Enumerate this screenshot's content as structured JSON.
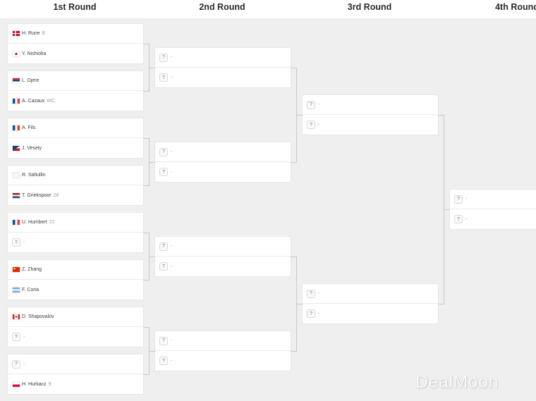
{
  "rounds": [
    {
      "title": "1st Round"
    },
    {
      "title": "2nd Round"
    },
    {
      "title": "3rd Round"
    },
    {
      "title": "4th Round"
    }
  ],
  "colors": {
    "background": "#efefef",
    "card": "#ffffff",
    "connector": "#c8c8c8",
    "text": "#3c3c3c"
  },
  "round1": [
    {
      "top": {
        "flag": "denmark",
        "name": "H. Rune",
        "seed": "8"
      },
      "bottom": {
        "flag": "japan",
        "name": "Y. Nishioka",
        "seed": ""
      }
    },
    {
      "top": {
        "flag": "serbia",
        "name": "L. Djere",
        "seed": ""
      },
      "bottom": {
        "flag": "france",
        "name": "A. Cazaux",
        "seed": "WC"
      }
    },
    {
      "top": {
        "flag": "france",
        "name": "A. Fils",
        "seed": ""
      },
      "bottom": {
        "flag": "czech",
        "name": "J. Vesely",
        "seed": ""
      }
    },
    {
      "top": {
        "flag": "blank",
        "name": "R. Safiullin",
        "seed": ""
      },
      "bottom": {
        "flag": "netherlands",
        "name": "T. Griekspoor",
        "seed": "28"
      }
    },
    {
      "top": {
        "flag": "france",
        "name": "U. Humbert",
        "seed": "21"
      },
      "bottom": {
        "flag": "unknown",
        "name": "-",
        "seed": ""
      }
    },
    {
      "top": {
        "flag": "china",
        "name": "Z. Zhang",
        "seed": ""
      },
      "bottom": {
        "flag": "argentina",
        "name": "F. Coria",
        "seed": ""
      }
    },
    {
      "top": {
        "flag": "canada",
        "name": "D. Shapovalov",
        "seed": ""
      },
      "bottom": {
        "flag": "unknown",
        "name": "-",
        "seed": ""
      }
    },
    {
      "top": {
        "flag": "unknown",
        "name": "-",
        "seed": ""
      },
      "bottom": {
        "flag": "poland",
        "name": "H. Hurkacz",
        "seed": "9"
      }
    }
  ],
  "tbd": {
    "icon": "?",
    "name": "-"
  },
  "watermark": "DealMoon"
}
